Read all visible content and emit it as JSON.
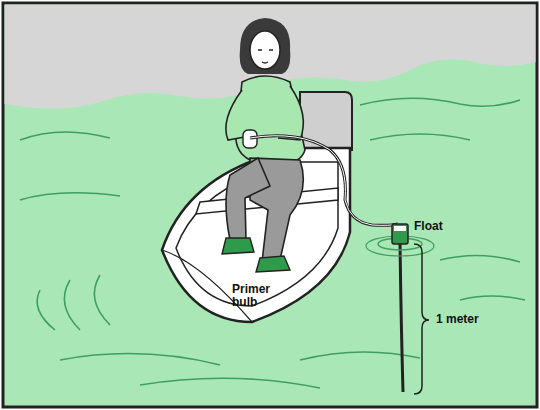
{
  "diagram": {
    "labels": [
      "Primer bulb",
      "Float",
      "1 meter"
    ]
  }
}
